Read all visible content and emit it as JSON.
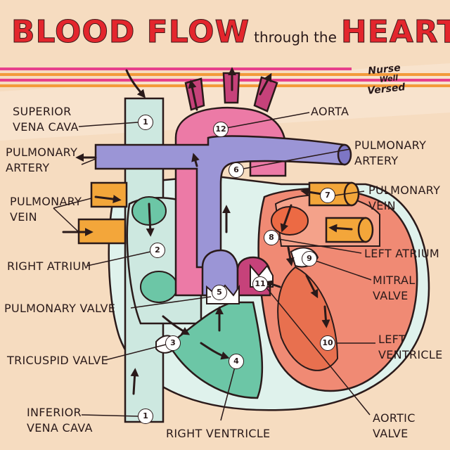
{
  "title": {
    "part1": "BLOOD FLOW",
    "part2": "through the",
    "part3": "HEART"
  },
  "brand": {
    "line1": "Nurse",
    "line2": "Well",
    "line3": "Versed"
  },
  "labels": {
    "superior_vena_cava": "SUPERIOR\nVENA CAVA",
    "pulmonary_artery_left": "PULMONARY\nARTERY",
    "pulmonary_vein_left": "PULMONARY\nVEIN",
    "right_atrium": "RIGHT ATRIUM",
    "pulmonary_valve": "PULMONARY VALVE",
    "tricuspid_valve": "TRICUSPID VALVE",
    "inferior_vena_cava": "INFERIOR\nVENA CAVA",
    "right_ventricle": "RIGHT VENTRICLE",
    "aorta": "AORTA",
    "pulmonary_artery_right": "PULMONARY\nARTERY",
    "pulmonary_vein_right": "PULMONARY\nVEIN",
    "left_atrium": "LEFT ATRIUM",
    "mitral_valve": "MITRAL\nVALVE",
    "left_ventricle": "LEFT\nVENTRICLE",
    "aortic_valve": "AORTIC\nVALVE"
  },
  "steps": {
    "s1_top": "1",
    "s1_bottom": "1",
    "s2": "2",
    "s3": "3",
    "s4": "4",
    "s5": "5",
    "s6": "6",
    "s7": "7",
    "s8": "8",
    "s9": "9",
    "s10": "10",
    "s11": "11",
    "s12": "12"
  },
  "colors": {
    "background": "#f6dcc0",
    "title_red": "#e3262d",
    "vena_cava": "#cde8e0",
    "right_ventricle": "#6cc6a6",
    "aorta": "#ec7aa6",
    "pulmonary_artery": "#9b95d6",
    "pulmonary_vein": "#f3a63a",
    "left_heart": "#f08a74",
    "stripe_pink": "#e7408c",
    "stripe_orange": "#f39a3a"
  }
}
